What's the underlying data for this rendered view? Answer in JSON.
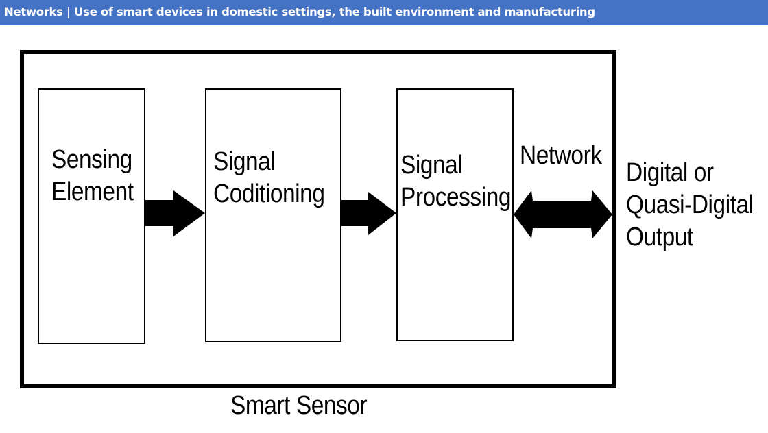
{
  "header": {
    "title": "Networks | Use of smart devices in domestic settings, the built environment and manufacturing",
    "background_color": "#4472C4"
  },
  "diagram": {
    "container_label": "Smart Sensor",
    "blocks": [
      {
        "line1": "Sensing",
        "line2": "Element"
      },
      {
        "line1": "Signal",
        "line2": "Coditioning"
      },
      {
        "line1": "Signal",
        "line2": "Processing"
      }
    ],
    "network_label": "Network",
    "output": {
      "line1": "Digital or",
      "line2": "Quasi-Digital",
      "line3": "Output"
    },
    "connections": [
      {
        "from": "Sensing Element",
        "to": "Signal Coditioning",
        "direction": "one-way"
      },
      {
        "from": "Signal Coditioning",
        "to": "Signal Processing",
        "direction": "one-way"
      },
      {
        "from": "Signal Processing",
        "to": "Digital or Quasi-Digital Output",
        "direction": "bidirectional",
        "label": "Network"
      }
    ]
  }
}
